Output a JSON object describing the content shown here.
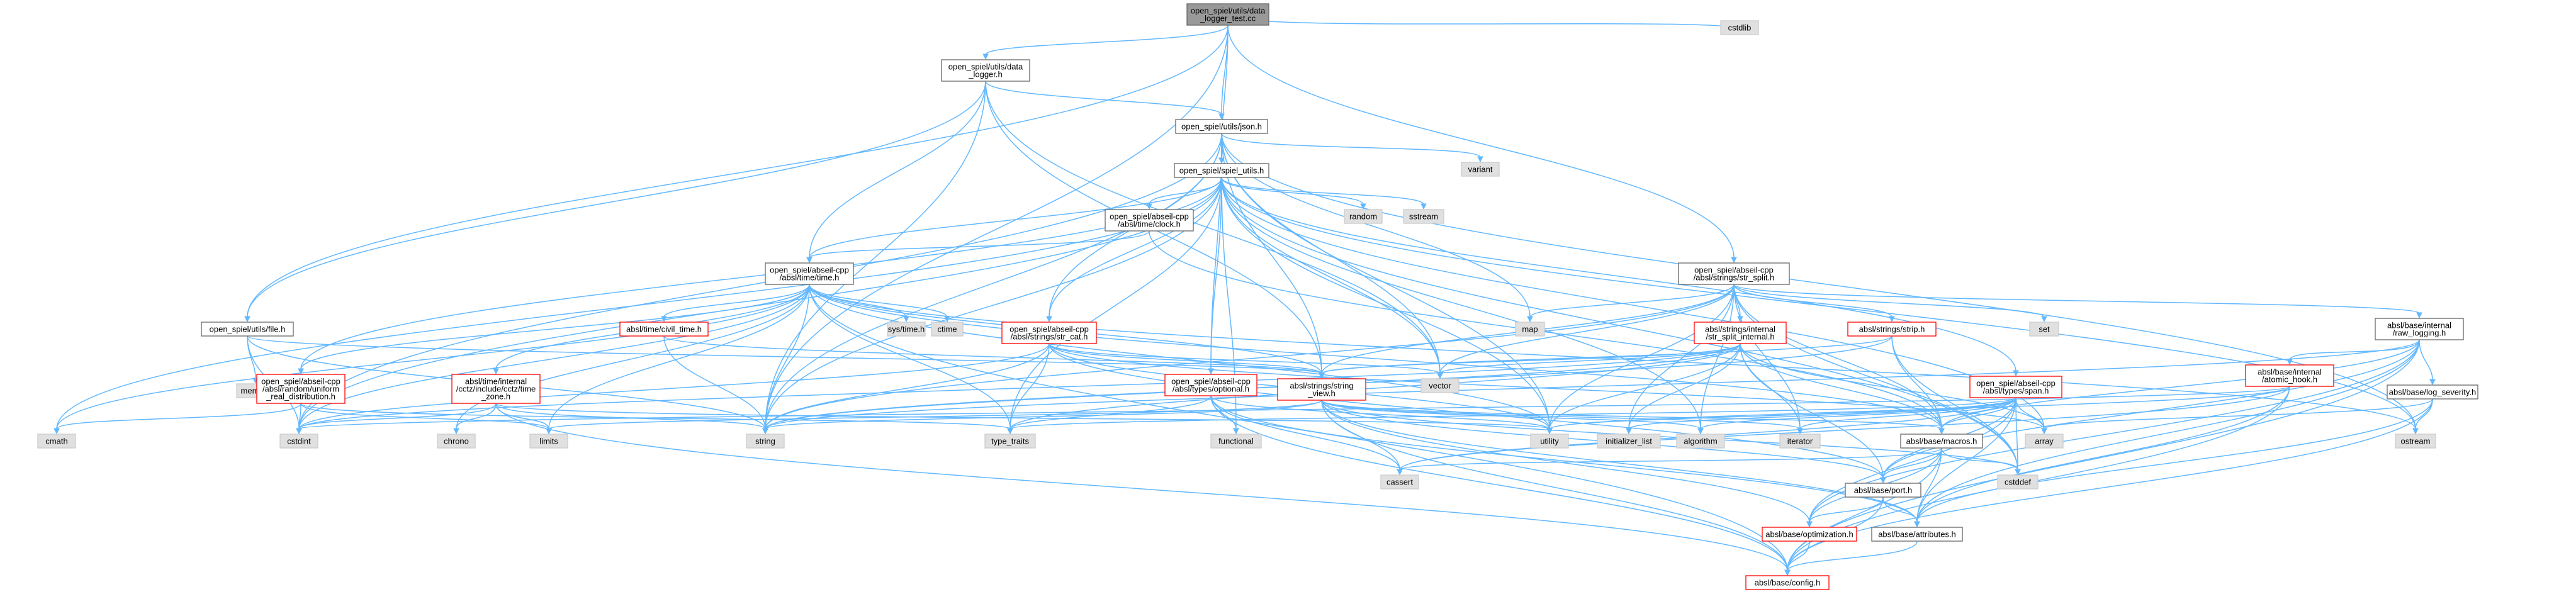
{
  "graph": {
    "root": "open_spiel/utils/data_logger_test.cc",
    "colors": {
      "edge": "#63b8ff",
      "root_fill": "#999999",
      "node_border": "#666666",
      "missing_border": "#ff0000",
      "system_fill": "#e0e0e0"
    },
    "nodes": [
      {
        "id": "root",
        "lines": [
          "open_spiel/utils/data",
          "_logger_test.cc"
        ],
        "kind": "root"
      },
      {
        "id": "data_logger_h",
        "lines": [
          "open_spiel/utils/data",
          "_logger.h"
        ],
        "kind": "file"
      },
      {
        "id": "cstdlib",
        "lines": [
          "cstdlib"
        ],
        "kind": "system"
      },
      {
        "id": "json_h",
        "lines": [
          "open_spiel/utils/json.h"
        ],
        "kind": "file"
      },
      {
        "id": "variant",
        "lines": [
          "variant"
        ],
        "kind": "system"
      },
      {
        "id": "spiel_utils_h",
        "lines": [
          "open_spiel/spiel_utils.h"
        ],
        "kind": "file"
      },
      {
        "id": "random",
        "lines": [
          "random"
        ],
        "kind": "system"
      },
      {
        "id": "sstream",
        "lines": [
          "sstream"
        ],
        "kind": "system"
      },
      {
        "id": "clock_h",
        "lines": [
          "open_spiel/abseil-cpp",
          "/absl/time/clock.h"
        ],
        "kind": "file"
      },
      {
        "id": "str_split_h",
        "lines": [
          "open_spiel/abseil-cpp",
          "/absl/strings/str_split.h"
        ],
        "kind": "file"
      },
      {
        "id": "time_h",
        "lines": [
          "open_spiel/abseil-cpp",
          "/absl/time/time.h"
        ],
        "kind": "file"
      },
      {
        "id": "file_h",
        "lines": [
          "open_spiel/utils/file.h"
        ],
        "kind": "file"
      },
      {
        "id": "memory",
        "lines": [
          "memory"
        ],
        "kind": "system"
      },
      {
        "id": "cmath",
        "lines": [
          "cmath"
        ],
        "kind": "system"
      },
      {
        "id": "cstdint",
        "lines": [
          "cstdint"
        ],
        "kind": "system"
      },
      {
        "id": "uniform_h",
        "lines": [
          "open_spiel/abseil-cpp",
          "/absl/random/uniform",
          "_real_distribution.h"
        ],
        "kind": "missing"
      },
      {
        "id": "chrono",
        "lines": [
          "chrono"
        ],
        "kind": "system"
      },
      {
        "id": "tz_h",
        "lines": [
          "absl/time/internal",
          "/cctz/include/cctz/time",
          "_zone.h"
        ],
        "kind": "missing"
      },
      {
        "id": "limits",
        "lines": [
          "limits"
        ],
        "kind": "system"
      },
      {
        "id": "civil_time_h",
        "lines": [
          "absl/time/civil_time.h"
        ],
        "kind": "missing"
      },
      {
        "id": "string",
        "lines": [
          "string"
        ],
        "kind": "system"
      },
      {
        "id": "type_traits",
        "lines": [
          "type_traits"
        ],
        "kind": "system"
      },
      {
        "id": "systime",
        "lines": [
          "sys/time.h"
        ],
        "kind": "system"
      },
      {
        "id": "ctime",
        "lines": [
          "ctime"
        ],
        "kind": "system"
      },
      {
        "id": "str_cat_h",
        "lines": [
          "open_spiel/abseil-cpp",
          "/absl/strings/str_cat.h"
        ],
        "kind": "missing"
      },
      {
        "id": "optional_h",
        "lines": [
          "open_spiel/abseil-cpp",
          "/absl/types/optional.h"
        ],
        "kind": "missing"
      },
      {
        "id": "string_view_h",
        "lines": [
          "absl/strings/string",
          "_view.h"
        ],
        "kind": "missing"
      },
      {
        "id": "functional",
        "lines": [
          "functional"
        ],
        "kind": "system"
      },
      {
        "id": "cassert",
        "lines": [
          "cassert"
        ],
        "kind": "system"
      },
      {
        "id": "vector",
        "lines": [
          "vector"
        ],
        "kind": "system"
      },
      {
        "id": "map",
        "lines": [
          "map"
        ],
        "kind": "system"
      },
      {
        "id": "split_internal_h",
        "lines": [
          "absl/strings/internal",
          "/str_split_internal.h"
        ],
        "kind": "missing"
      },
      {
        "id": "strip_h",
        "lines": [
          "absl/strings/strip.h"
        ],
        "kind": "missing"
      },
      {
        "id": "set",
        "lines": [
          "set"
        ],
        "kind": "system"
      },
      {
        "id": "span_h",
        "lines": [
          "open_spiel/abseil-cpp",
          "/absl/types/span.h"
        ],
        "kind": "missing"
      },
      {
        "id": "utility",
        "lines": [
          "utility"
        ],
        "kind": "system"
      },
      {
        "id": "init_list",
        "lines": [
          "initializer_list"
        ],
        "kind": "system"
      },
      {
        "id": "algorithm",
        "lines": [
          "algorithm"
        ],
        "kind": "system"
      },
      {
        "id": "iterator",
        "lines": [
          "iterator"
        ],
        "kind": "system"
      },
      {
        "id": "array",
        "lines": [
          "array"
        ],
        "kind": "system"
      },
      {
        "id": "macros_h",
        "lines": [
          "absl/base/macros.h"
        ],
        "kind": "file"
      },
      {
        "id": "cstddef",
        "lines": [
          "cstddef"
        ],
        "kind": "system"
      },
      {
        "id": "port_h",
        "lines": [
          "absl/base/port.h"
        ],
        "kind": "file"
      },
      {
        "id": "optimization_h",
        "lines": [
          "absl/base/optimization.h"
        ],
        "kind": "missing"
      },
      {
        "id": "attributes_h",
        "lines": [
          "absl/base/attributes.h"
        ],
        "kind": "file"
      },
      {
        "id": "config_h",
        "lines": [
          "absl/base/config.h"
        ],
        "kind": "missing"
      },
      {
        "id": "raw_logging_h",
        "lines": [
          "absl/base/internal",
          "/raw_logging.h"
        ],
        "kind": "file"
      },
      {
        "id": "atomic_hook_h",
        "lines": [
          "absl/base/internal",
          "/atomic_hook.h"
        ],
        "kind": "missing"
      },
      {
        "id": "log_severity_h",
        "lines": [
          "absl/base/log_severity.h"
        ],
        "kind": "file"
      },
      {
        "id": "ostream",
        "lines": [
          "ostream"
        ],
        "kind": "system"
      }
    ],
    "edges": [
      [
        "root",
        "data_logger_h"
      ],
      [
        "root",
        "cstdlib"
      ],
      [
        "root",
        "json_h"
      ],
      [
        "root",
        "spiel_utils_h"
      ],
      [
        "root",
        "str_split_h"
      ],
      [
        "root",
        "file_h"
      ],
      [
        "root",
        "string"
      ],
      [
        "data_logger_h",
        "json_h"
      ],
      [
        "data_logger_h",
        "time_h"
      ],
      [
        "data_logger_h",
        "file_h"
      ],
      [
        "data_logger_h",
        "string"
      ],
      [
        "data_logger_h",
        "vector"
      ],
      [
        "data_logger_h",
        "string_view_h"
      ],
      [
        "json_h",
        "variant"
      ],
      [
        "json_h",
        "spiel_utils_h"
      ],
      [
        "json_h",
        "str_cat_h"
      ],
      [
        "json_h",
        "optional_h"
      ],
      [
        "json_h",
        "string"
      ],
      [
        "json_h",
        "vector"
      ],
      [
        "json_h",
        "map"
      ],
      [
        "json_h",
        "cstdint"
      ],
      [
        "json_h",
        "utility"
      ],
      [
        "json_h",
        "ostream"
      ],
      [
        "json_h",
        "string_view_h"
      ],
      [
        "spiel_utils_h",
        "random"
      ],
      [
        "spiel_utils_h",
        "sstream"
      ],
      [
        "spiel_utils_h",
        "clock_h"
      ],
      [
        "spiel_utils_h",
        "time_h"
      ],
      [
        "spiel_utils_h",
        "str_cat_h"
      ],
      [
        "spiel_utils_h",
        "optional_h"
      ],
      [
        "spiel_utils_h",
        "span_h"
      ],
      [
        "spiel_utils_h",
        "uniform_h"
      ],
      [
        "spiel_utils_h",
        "cmath"
      ],
      [
        "spiel_utils_h",
        "cstdint"
      ],
      [
        "spiel_utils_h",
        "functional"
      ],
      [
        "spiel_utils_h",
        "string"
      ],
      [
        "spiel_utils_h",
        "type_traits"
      ],
      [
        "spiel_utils_h",
        "utility"
      ],
      [
        "spiel_utils_h",
        "vector"
      ],
      [
        "spiel_utils_h",
        "algorithm"
      ],
      [
        "spiel_utils_h",
        "cstddef"
      ],
      [
        "spiel_utils_h",
        "array"
      ],
      [
        "spiel_utils_h",
        "ostream"
      ],
      [
        "clock_h",
        "time_h"
      ],
      [
        "clock_h",
        "macros_h"
      ],
      [
        "time_h",
        "sys/time.h"
      ],
      [
        "time_h",
        "ctime"
      ],
      [
        "time_h",
        "civil_time_h"
      ],
      [
        "time_h",
        "tz_h"
      ],
      [
        "time_h",
        "uniform_h"
      ],
      [
        "time_h",
        "chrono"
      ],
      [
        "time_h",
        "cmath"
      ],
      [
        "time_h",
        "cstdint"
      ],
      [
        "time_h",
        "limits"
      ],
      [
        "time_h",
        "string"
      ],
      [
        "time_h",
        "type_traits"
      ],
      [
        "time_h",
        "utility"
      ],
      [
        "time_h",
        "string_view_h"
      ],
      [
        "time_h",
        "macros_h"
      ],
      [
        "time_h",
        "ostream"
      ],
      [
        "time_h",
        "config_h"
      ],
      [
        "civil_time_h",
        "string"
      ],
      [
        "civil_time_h",
        "string_view_h"
      ],
      [
        "tz_h",
        "chrono"
      ],
      [
        "tz_h",
        "cstdint"
      ],
      [
        "tz_h",
        "limits"
      ],
      [
        "tz_h",
        "string"
      ],
      [
        "tz_h",
        "utility"
      ],
      [
        "tz_h",
        "config_h"
      ],
      [
        "uniform_h",
        "cmath"
      ],
      [
        "uniform_h",
        "cstdint"
      ],
      [
        "uniform_h",
        "limits"
      ],
      [
        "uniform_h",
        "type_traits"
      ],
      [
        "str_split_h",
        "map"
      ],
      [
        "str_split_h",
        "set"
      ],
      [
        "str_split_h",
        "split_internal_h"
      ],
      [
        "str_split_h",
        "strip_h"
      ],
      [
        "str_split_h",
        "raw_logging_h"
      ],
      [
        "str_split_h",
        "macros_h"
      ],
      [
        "str_split_h",
        "string"
      ],
      [
        "str_split_h",
        "vector"
      ],
      [
        "str_split_h",
        "utility"
      ],
      [
        "str_split_h",
        "algorithm"
      ],
      [
        "str_split_h",
        "cstddef"
      ],
      [
        "str_split_h",
        "initializer_list"
      ],
      [
        "str_split_h",
        "iterator"
      ],
      [
        "str_split_h",
        "string_view_h"
      ],
      [
        "split_internal_h",
        "array"
      ],
      [
        "split_internal_h",
        "iterator"
      ],
      [
        "split_internal_h",
        "initializer_list"
      ],
      [
        "split_internal_h",
        "cstdint"
      ],
      [
        "split_internal_h",
        "string"
      ],
      [
        "split_internal_h",
        "type_traits"
      ],
      [
        "split_internal_h",
        "utility"
      ],
      [
        "split_internal_h",
        "vector"
      ],
      [
        "split_internal_h",
        "macros_h"
      ],
      [
        "split_internal_h",
        "port_h"
      ],
      [
        "split_internal_h",
        "string_view_h"
      ],
      [
        "strip_h",
        "cstddef"
      ],
      [
        "strip_h",
        "string"
      ],
      [
        "strip_h",
        "macros_h"
      ],
      [
        "strip_h",
        "string_view_h"
      ],
      [
        "str_cat_h",
        "array"
      ],
      [
        "str_cat_h",
        "cstdint"
      ],
      [
        "str_cat_h",
        "string"
      ],
      [
        "str_cat_h",
        "type_traits"
      ],
      [
        "str_cat_h",
        "vector"
      ],
      [
        "str_cat_h",
        "utility"
      ],
      [
        "str_cat_h",
        "port_h"
      ],
      [
        "str_cat_h",
        "string_view_h"
      ],
      [
        "optional_h",
        "functional"
      ],
      [
        "optional_h",
        "cassert"
      ],
      [
        "optional_h",
        "utility"
      ],
      [
        "optional_h",
        "type_traits"
      ],
      [
        "optional_h",
        "config_h"
      ],
      [
        "optional_h",
        "attributes_h"
      ],
      [
        "string_view_h",
        "algorithm"
      ],
      [
        "string_view_h",
        "cassert"
      ],
      [
        "string_view_h",
        "cstddef"
      ],
      [
        "string_view_h",
        "limits"
      ],
      [
        "string_view_h",
        "string"
      ],
      [
        "string_view_h",
        "iterator"
      ],
      [
        "string_view_h",
        "config_h"
      ],
      [
        "string_view_h",
        "attributes_h"
      ],
      [
        "string_view_h",
        "optimization_h"
      ],
      [
        "string_view_h",
        "port_h"
      ],
      [
        "string_view_h",
        "macros_h"
      ],
      [
        "span_h",
        "algorithm"
      ],
      [
        "span_h",
        "cassert"
      ],
      [
        "span_h",
        "cstddef"
      ],
      [
        "span_h",
        "initializer_list"
      ],
      [
        "span_h",
        "iterator"
      ],
      [
        "span_h",
        "type_traits"
      ],
      [
        "span_h",
        "utility"
      ],
      [
        "span_h",
        "attributes_h"
      ],
      [
        "span_h",
        "optimization_h"
      ],
      [
        "span_h",
        "port_h"
      ],
      [
        "span_h",
        "macros_h"
      ],
      [
        "span_h",
        "array"
      ],
      [
        "file_h",
        "memory"
      ],
      [
        "file_h",
        "cstdint"
      ],
      [
        "file_h",
        "string"
      ],
      [
        "file_h",
        "string_view_h"
      ],
      [
        "raw_logging_h",
        "string"
      ],
      [
        "raw_logging_h",
        "atomic_hook_h"
      ],
      [
        "raw_logging_h",
        "log_severity_h"
      ],
      [
        "raw_logging_h",
        "attributes_h"
      ],
      [
        "raw_logging_h",
        "config_h"
      ],
      [
        "raw_logging_h",
        "macros_h"
      ],
      [
        "raw_logging_h",
        "optimization_h"
      ],
      [
        "raw_logging_h",
        "port_h"
      ],
      [
        "atomic_hook_h",
        "atomic_hook_h"
      ],
      [
        "atomic_hook_h",
        "cassert"
      ],
      [
        "atomic_hook_h",
        "cstdint"
      ],
      [
        "atomic_hook_h",
        "utility"
      ],
      [
        "atomic_hook_h",
        "attributes_h"
      ],
      [
        "atomic_hook_h",
        "config_h"
      ],
      [
        "log_severity_h",
        "array"
      ],
      [
        "log_severity_h",
        "ostream"
      ],
      [
        "log_severity_h",
        "attributes_h"
      ],
      [
        "log_severity_h",
        "config_h"
      ],
      [
        "macros_h",
        "cassert"
      ],
      [
        "macros_h",
        "cstddef"
      ],
      [
        "macros_h",
        "attributes_h"
      ],
      [
        "macros_h",
        "config_h"
      ],
      [
        "macros_h",
        "optimization_h"
      ],
      [
        "macros_h",
        "port_h"
      ],
      [
        "port_h",
        "attributes_h"
      ],
      [
        "port_h",
        "config_h"
      ],
      [
        "port_h",
        "optimization_h"
      ],
      [
        "optimization_h",
        "config_h"
      ],
      [
        "attributes_h",
        "config_h"
      ]
    ]
  }
}
